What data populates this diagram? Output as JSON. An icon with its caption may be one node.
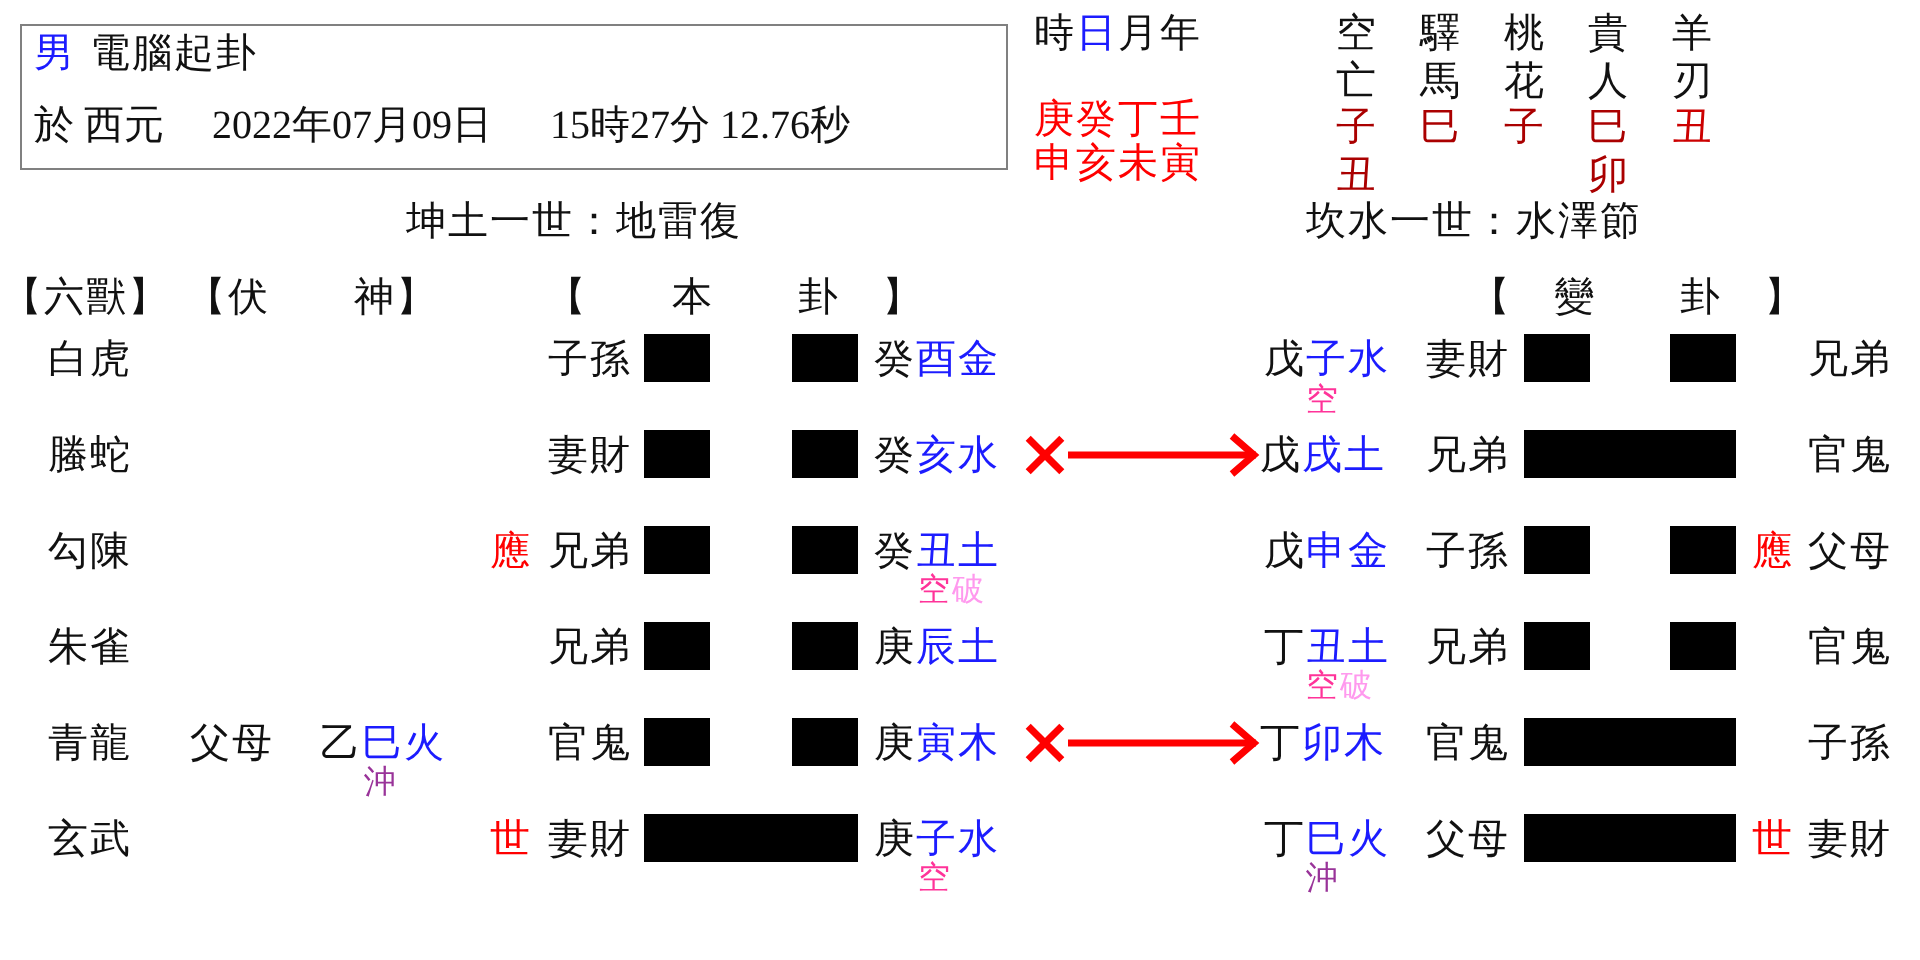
{
  "diagram": {
    "nodes": [
      {
        "text": [
          "男",
          "電腦起卦",
          "於 西元",
          "2022年07月09日",
          "15時27分 12.76秒"
        ]
      },
      {
        "text": [],
        "shape": "cross"
      },
      {
        "text": [
          "戊",
          "戌土"
        ]
      },
      {
        "text": [],
        "shape": "cross"
      },
      {
        "text": [
          "丁",
          "卯木"
        ]
      }
    ],
    "edges": [
      {
        "from": 1,
        "to": 2,
        "arrow": "to"
      },
      {
        "from": 3,
        "to": 4,
        "arrow": "to"
      }
    ],
    "labels": [
      "時",
      "日",
      "月",
      "年",
      "庚",
      "癸",
      "丁",
      "壬",
      "申",
      "亥",
      "未",
      "寅",
      "空亡",
      "驛馬",
      "桃花",
      "貴人",
      "羊刃",
      "子丑",
      "巳",
      "子",
      "巳卯",
      "丑",
      "坤土一世：地雷復",
      "坎水一世：水澤節",
      "【六獸】",
      "【伏　　神】",
      "【　　本　　卦　】",
      "【　變　　卦　】",
      "白虎",
      "子孫",
      "癸",
      "酉金",
      "戊",
      "子水",
      "妻財",
      "兄弟",
      "空",
      "螣蛇",
      "妻財",
      "癸",
      "亥水",
      "兄弟",
      "官鬼",
      "勾陳",
      "應",
      "兄弟",
      "癸",
      "丑土",
      "戊",
      "申金",
      "子孫",
      "應",
      "父母",
      "空",
      "破",
      "朱雀",
      "兄弟",
      "庚",
      "辰土",
      "丁",
      "丑土",
      "兄弟",
      "官鬼",
      "空",
      "破",
      "青龍",
      "父母",
      "乙",
      "巳火",
      "官鬼",
      "庚",
      "寅木",
      "官鬼",
      "子孫",
      "沖",
      "玄武",
      "世",
      "妻財",
      "庚",
      "子水",
      "丁",
      "巳火",
      "父母",
      "世",
      "妻財",
      "空",
      "沖"
    ]
  }
}
